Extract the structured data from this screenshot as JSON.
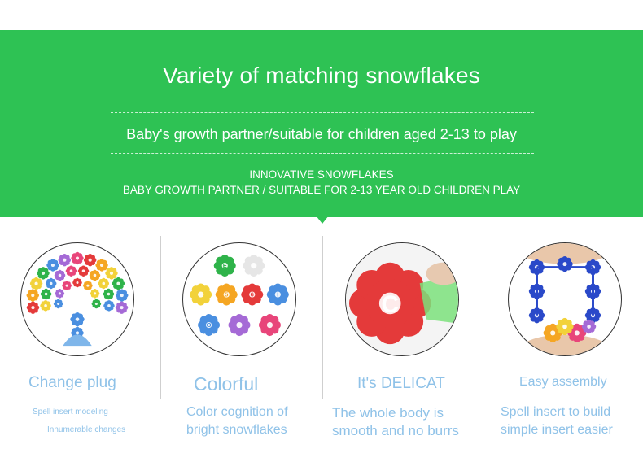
{
  "banner": {
    "title": "Variety of matching snowflakes",
    "subtitle": "Baby's growth partner/suitable for children aged 2-13 to play",
    "caption_line1": "INNOVATIVE SNOWFLAKES",
    "caption_line2": "BABY GROWTH PARTNER / SUITABLE FOR 2-13 YEAR OLD CHILDREN PLAY",
    "color": "#2ec254"
  },
  "features": [
    {
      "title": "Change plug",
      "desc_line1": "Spell insert modeling",
      "desc_line2": "Innumerable changes"
    },
    {
      "title": "Colorful",
      "desc_line1": "Color cognition of",
      "desc_line2": "bright snowflakes"
    },
    {
      "title": "It's DELICAT",
      "desc_line1": "The whole body is",
      "desc_line2": "smooth and no burrs"
    },
    {
      "title": "Easy assembly",
      "desc_line1": "Spell insert to build",
      "desc_line2": "simple insert easier"
    }
  ],
  "snowflake_letters": [
    "E",
    "5",
    "6",
    "I",
    "O"
  ],
  "piece_letter": "C",
  "colors": {
    "text_blue": "#8fc2e8",
    "red": "#e43a3a",
    "green": "#2fb34a",
    "orange": "#f5a623",
    "yellow": "#f2d23a",
    "blue": "#4a8fe0",
    "purple": "#a56ad6",
    "pink": "#e8457a",
    "navy": "#2a49c9"
  }
}
